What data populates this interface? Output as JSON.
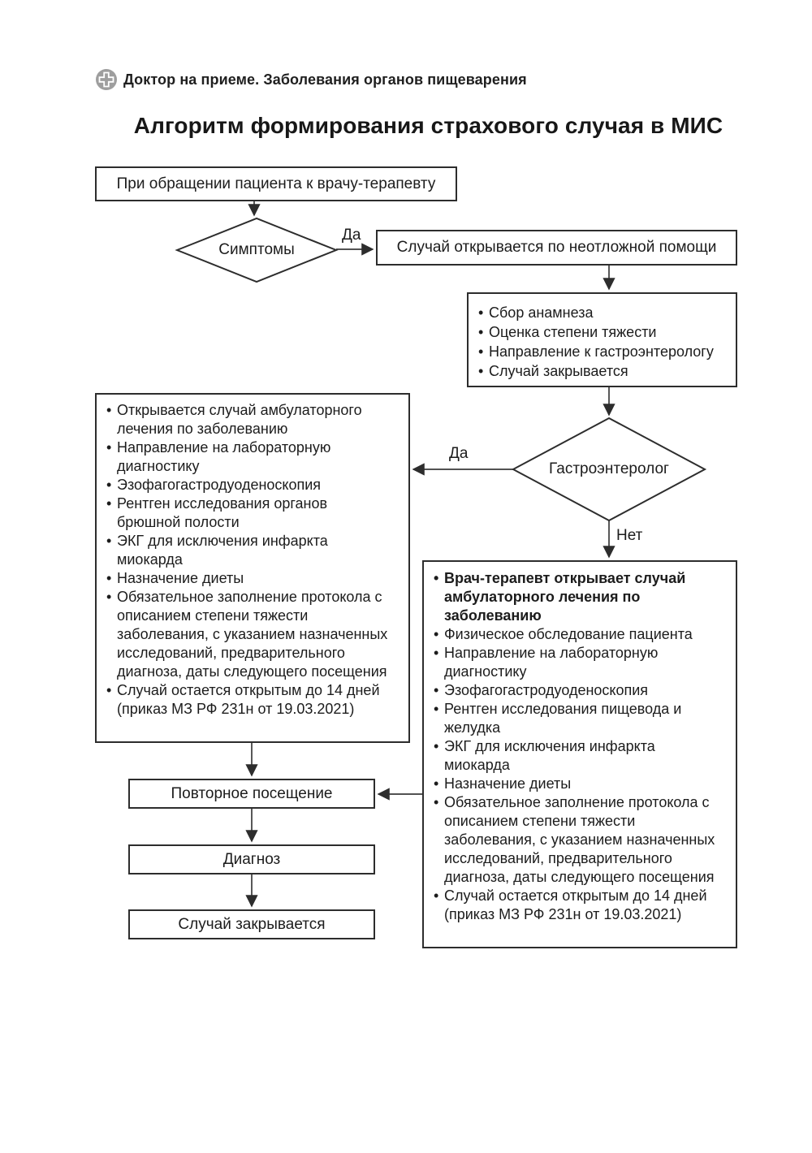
{
  "page": {
    "brand": "Доктор на приеме. Заболевания органов пищеварения",
    "title": "Алгоритм формирования страхового случая в МИС"
  },
  "labels": {
    "yes_symptoms": "Да",
    "yes_gastro": "Да",
    "no_gastro": "Нет"
  },
  "nodes": {
    "start": {
      "text": "При обращении пациента к врачу-терапевту"
    },
    "symptoms": {
      "text": "Симптомы"
    },
    "emergency": {
      "text": "Случай открывается по неотложной помощи"
    },
    "triage": {
      "items": [
        "Сбор анамнеза",
        "Оценка степени тяжести",
        "Направление к гастроэнтерологу",
        "Случай закрывается"
      ]
    },
    "gastro": {
      "text": "Гастроэнтеролог"
    },
    "gastro_yes": {
      "items": [
        "Открывается случай амбулаторного лечения по заболеванию",
        "Направление на лабораторную диагностику",
        "Эзофагогастродуоденоскопия",
        "Рентген исследования органов брюшной полости",
        "ЭКГ для исключения инфаркта миокарда",
        "Назначение диеты",
        "Обязательное заполнение протокола с описанием степени тяжести заболевания, с указанием назначенных исследований, предварительного диагноза, даты следующего посещения",
        "Случай остается открытым до 14 дней (приказ МЗ РФ 231н от 19.03.2021)"
      ]
    },
    "gastro_no": {
      "items": [
        "Врач-терапевт открывает случай амбулаторного лечения по заболеванию",
        "Физическое обследование пациента",
        "Направление на лабораторную диагностику",
        "Эзофагогастродуоденоскопия",
        "Рентген исследования пищевода и желудка",
        "ЭКГ для исключения инфаркта миокарда",
        "Назначение диеты",
        "Обязательное заполнение протокола с описанием степени тяжести заболевания, с указанием назначенных исследований, предварительного диагноза, даты следующего посещения",
        "Случай остается открытым до 14 дней (приказ МЗ РФ 231н от 19.03.2021)"
      ]
    },
    "repeat": {
      "text": "Повторное посещение"
    },
    "diagnosis": {
      "text": "Диагноз"
    },
    "close": {
      "text": "Случай закрывается"
    }
  }
}
